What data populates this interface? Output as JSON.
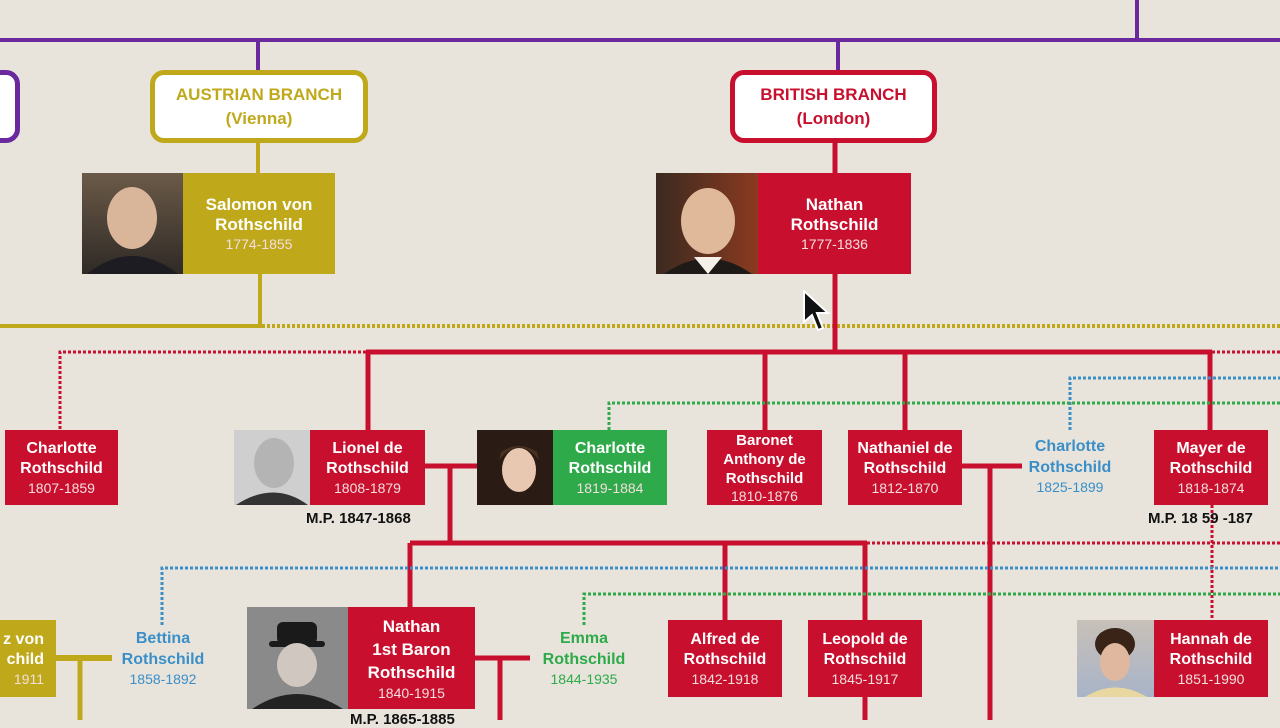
{
  "colors": {
    "background": "#e8e4dc",
    "british": "#c8102e",
    "austrian": "#bfa91b",
    "spouse_green": "#2eaa4a",
    "spouse_blue": "#3a8fc8",
    "trunk": "#6a2a9e"
  },
  "branches": {
    "austrian": {
      "title": "AUSTRIAN BRANCH",
      "city": "(Vienna)"
    },
    "british": {
      "title": "BRITISH BRANCH",
      "city": "(London)"
    }
  },
  "people": {
    "salomon": {
      "name1": "Salomon von",
      "name2": "Rothschild",
      "years": "1774-1855"
    },
    "nathan": {
      "name1": "Nathan",
      "name2": "Rothschild",
      "years": "1777-1836"
    },
    "charlotte1807": {
      "name1": "Charlotte",
      "name2": "Rothschild",
      "years": "1807-1859"
    },
    "lionel": {
      "name1": "Lionel de",
      "name2": "Rothschild",
      "years": "1808-1879",
      "note": "M.P. 1847-1868"
    },
    "charlotte1819": {
      "name1": "Charlotte",
      "name2": "Rothschild",
      "years": "1819-1884"
    },
    "anthony": {
      "name1": "Baronet",
      "name2": "Anthony de",
      "name3": "Rothschild",
      "years": "1810-1876"
    },
    "nathaniel": {
      "name1": "Nathaniel de",
      "name2": "Rothschild",
      "years": "1812-1870"
    },
    "charlotte1825": {
      "name1": "Charlotte",
      "name2": "Rothschild",
      "years": "1825-1899"
    },
    "mayer": {
      "name1": "Mayer de",
      "name2": "Rothschild",
      "years": "1818-1874",
      "note": "M.P. 18 59 -187"
    },
    "austrian_partial": {
      "name1": "z von",
      "name2": "child",
      "years": "1911"
    },
    "bettina": {
      "name1": "Bettina",
      "name2": "Rothschild",
      "years": "1858-1892"
    },
    "nathan1st": {
      "name1": "Nathan",
      "name2": "1st Baron",
      "name3": "Rothschild",
      "years": "1840-1915",
      "note": "M.P. 1865-1885"
    },
    "emma": {
      "name1": "Emma",
      "name2": "Rothschild",
      "years": "1844-1935"
    },
    "alfred": {
      "name1": "Alfred de",
      "name2": "Rothschild",
      "years": "1842-1918"
    },
    "leopold": {
      "name1": "Leopold de",
      "name2": "Rothschild",
      "years": "1845-1917"
    },
    "hannah": {
      "name1": "Hannah de",
      "name2": "Rothschild",
      "years": "1851-1990"
    }
  }
}
